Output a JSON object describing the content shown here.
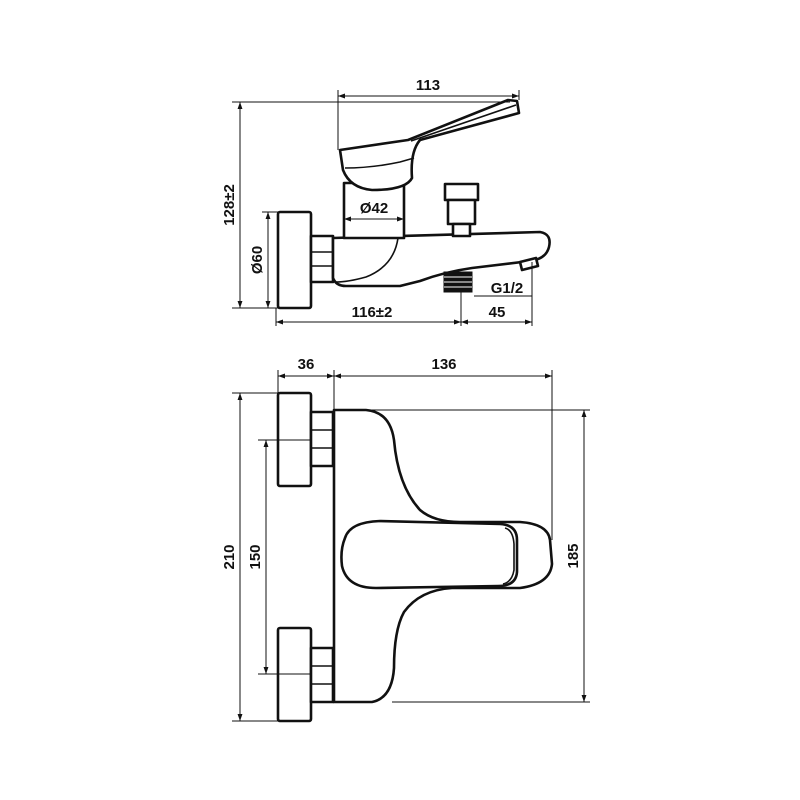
{
  "side_view": {
    "dims": {
      "width_handle": "113",
      "height_total": "128±2",
      "body_diameter": "Ø42",
      "flange_diameter": "Ø60",
      "projection": "116±2",
      "outlet_offset": "45",
      "thread": "G1/2"
    }
  },
  "top_view": {
    "dims": {
      "flange_depth": "36",
      "body_depth": "136",
      "overall_width": "210",
      "inlet_centers": "150",
      "body_width": "185"
    }
  }
}
